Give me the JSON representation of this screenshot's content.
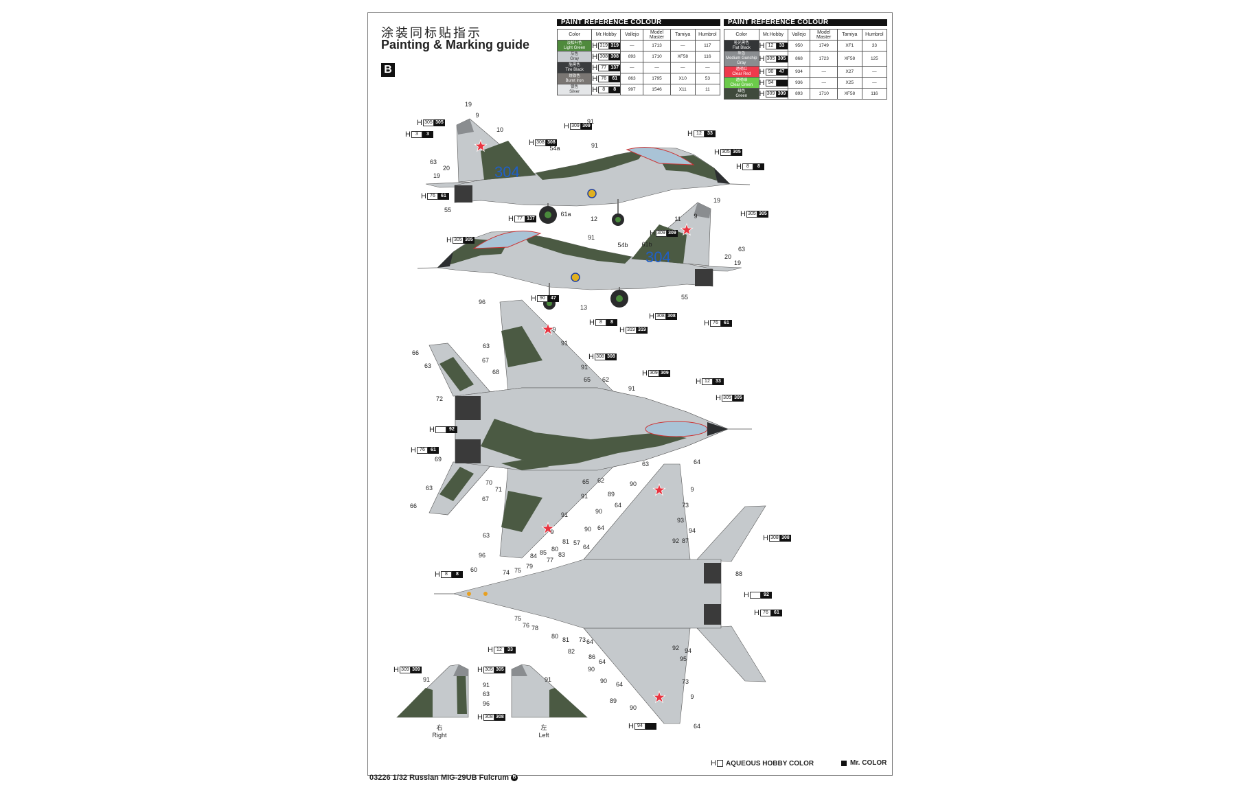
{
  "header": {
    "title_cn": "涂装同标贴指示",
    "title_en": "Painting & Marking guide",
    "scheme_badge": "B"
  },
  "paint_tables": [
    {
      "title": "PAINT  REFERENCE COLOUR",
      "columns": [
        "Color",
        "Mr.Hobby",
        "Vallejo",
        "Model Master",
        "Tamiya",
        "Humbrol"
      ],
      "rows": [
        {
          "cn": "淡松叶色",
          "en": "Light Green",
          "swatch": "#4f8a3c",
          "h": "319",
          "m": "319",
          "vallejo": "—",
          "model_master": "1713",
          "tamiya": "—",
          "humbrol": "117"
        },
        {
          "cn": "灰色",
          "en": "Gray",
          "swatch": "#c8ccd0",
          "h": "308",
          "m": "308",
          "vallejo": "893",
          "model_master": "1710",
          "tamiya": "XF58",
          "humbrol": "116"
        },
        {
          "cn": "胎黑色",
          "en": "Tire Black",
          "swatch": "#3a3c3e",
          "h": "77",
          "m": "137",
          "vallejo": "—",
          "model_master": "—",
          "tamiya": "—",
          "humbrol": "—"
        },
        {
          "cn": "烧铁色",
          "en": "Burnt Iron",
          "swatch": "#7a7673",
          "h": "76",
          "m": "61",
          "vallejo": "863",
          "model_master": "1795",
          "tamiya": "X10",
          "humbrol": "53"
        },
        {
          "cn": "银色",
          "en": "Silver",
          "swatch": "#e4e6e8",
          "h": "8",
          "m": "8",
          "vallejo": "997",
          "model_master": "1546",
          "tamiya": "X11",
          "humbrol": "11"
        }
      ]
    },
    {
      "title": "PAINT  REFERENCE COLOUR",
      "columns": [
        "Color",
        "Mr.Hobby",
        "Vallejo",
        "Model Master",
        "Tamiya",
        "Humbrol"
      ],
      "rows": [
        {
          "cn": "哑光黑色",
          "en": "Flat Black",
          "swatch": "#333537",
          "h": "12",
          "m": "33",
          "vallejo": "950",
          "model_master": "1749",
          "tamiya": "XF1",
          "humbrol": "33"
        },
        {
          "cn": "灰色",
          "en": "Medium Gunship Gray",
          "swatch": "#8a8d90",
          "h": "305",
          "m": "305",
          "vallejo": "868",
          "model_master": "1723",
          "tamiya": "XF58",
          "humbrol": "125"
        },
        {
          "cn": "透明红",
          "en": "Clear Red",
          "swatch": "#ee3a4c",
          "h": "90",
          "m": "47",
          "vallejo": "934",
          "model_master": "—",
          "tamiya": "X27",
          "humbrol": "—"
        },
        {
          "cn": "透明绿",
          "en": "Clear Green",
          "swatch": "#6ccb4a",
          "h": "94",
          "m": "",
          "vallejo": "936",
          "model_master": "—",
          "tamiya": "X25",
          "humbrol": "—"
        },
        {
          "cn": "绿色",
          "en": "Green",
          "swatch": "#3f4a3c",
          "h": "309",
          "m": "309",
          "vallejo": "893",
          "model_master": "1710",
          "tamiya": "XF58",
          "humbrol": "116"
        }
      ]
    }
  ],
  "aircraft": {
    "side_number": "304",
    "colors": {
      "camo_green": "#4b5a43",
      "camo_gray": "#c5c9cc",
      "star_red": "#e8333f",
      "number_blue": "#1f5fc8",
      "nozzle": "#3a3a3a"
    }
  },
  "callouts": [
    "19",
    "9",
    "10",
    "63",
    "20",
    "19",
    "55",
    "54a",
    "91",
    "91",
    "12",
    "61a",
    "91",
    "54b",
    "61b",
    "11",
    "9",
    "19",
    "63",
    "20",
    "19",
    "96",
    "13",
    "55",
    "9",
    "91",
    "63",
    "66",
    "63",
    "67",
    "68",
    "91",
    "65",
    "62",
    "91",
    "72",
    "69",
    "70",
    "71",
    "63",
    "66",
    "67",
    "91",
    "91",
    "65",
    "62",
    "63",
    "63",
    "9",
    "96",
    "64",
    "90",
    "9",
    "89",
    "64",
    "73",
    "90",
    "93",
    "90",
    "64",
    "94",
    "92",
    "87",
    "64",
    "81",
    "57",
    "80",
    "83",
    "85",
    "84",
    "77",
    "79",
    "60",
    "74",
    "75",
    "88",
    "75",
    "76",
    "78",
    "80",
    "81",
    "73",
    "82",
    "64",
    "86",
    "64",
    "90",
    "92",
    "94",
    "95",
    "90",
    "64",
    "73",
    "89",
    "9",
    "90",
    "64",
    "91",
    "91",
    "63",
    "96",
    "91"
  ],
  "paint_chips": [
    {
      "h": "305",
      "m": "305"
    },
    {
      "h": "3",
      "m": "3"
    },
    {
      "h": "76",
      "m": "61"
    },
    {
      "h": "308",
      "m": "308"
    },
    {
      "h": "309",
      "m": "309"
    },
    {
      "h": "77",
      "m": "137"
    },
    {
      "h": "12",
      "m": "33"
    },
    {
      "h": "305",
      "m": "305"
    },
    {
      "h": "8",
      "m": "8"
    },
    {
      "h": "305",
      "m": "305"
    },
    {
      "h": "309",
      "m": "309"
    },
    {
      "h": "305",
      "m": "305"
    },
    {
      "h": "90",
      "m": "47"
    },
    {
      "h": "8",
      "m": "8"
    },
    {
      "h": "319",
      "m": "319"
    },
    {
      "h": "308",
      "m": "308"
    },
    {
      "h": "76",
      "m": "61"
    },
    {
      "h": "308",
      "m": "308"
    },
    {
      "h": "309",
      "m": "309"
    },
    {
      "h": "12",
      "m": "33"
    },
    {
      "h": "305",
      "m": "305"
    },
    {
      "h": "",
      "m": "92"
    },
    {
      "h": "76",
      "m": "61"
    },
    {
      "h": "308",
      "m": "308"
    },
    {
      "h": "8",
      "m": "8"
    },
    {
      "h": "",
      "m": "92"
    },
    {
      "h": "76",
      "m": "61"
    },
    {
      "h": "94",
      "m": ""
    },
    {
      "h": "309",
      "m": "309"
    },
    {
      "h": "12",
      "m": "33"
    },
    {
      "h": "305",
      "m": "305"
    },
    {
      "h": "308",
      "m": "308"
    }
  ],
  "chip_prefix": "H",
  "tails": {
    "right_cn": "右",
    "right_en": "Right",
    "left_cn": "左",
    "left_en": "Left"
  },
  "legend": {
    "aqueous_label": "AQUEOUS HOBBY COLOR",
    "mr_color_label": "Mr. COLOR"
  },
  "footer": {
    "product": "03226 1/32  Russian MIG-29UB Fulcrum",
    "scheme": "B"
  }
}
